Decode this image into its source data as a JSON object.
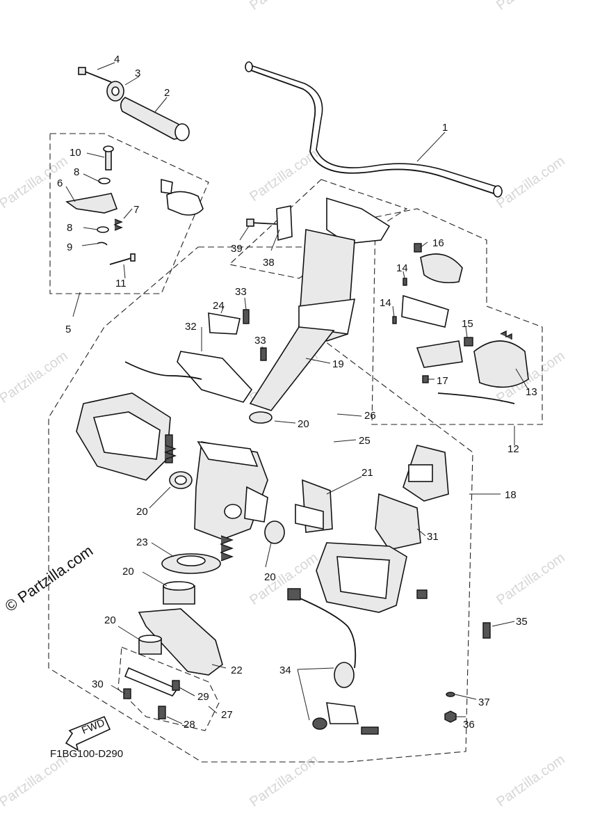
{
  "diagram": {
    "code_label": "F1BG100-D290",
    "fwd_label": "FWD",
    "copyright": "© Partzilla.com",
    "watermark_text": "Partzilla.com",
    "callouts": [
      "1",
      "2",
      "3",
      "4",
      "5",
      "6",
      "7",
      "8",
      "8",
      "9",
      "10",
      "11",
      "12",
      "13",
      "14",
      "14",
      "15",
      "16",
      "17",
      "18",
      "19",
      "20",
      "20",
      "20",
      "20",
      "20",
      "20",
      "21",
      "22",
      "23",
      "24",
      "25",
      "26",
      "27",
      "28",
      "29",
      "30",
      "31",
      "32",
      "33",
      "33",
      "34",
      "35",
      "36",
      "37",
      "38",
      "39"
    ]
  }
}
